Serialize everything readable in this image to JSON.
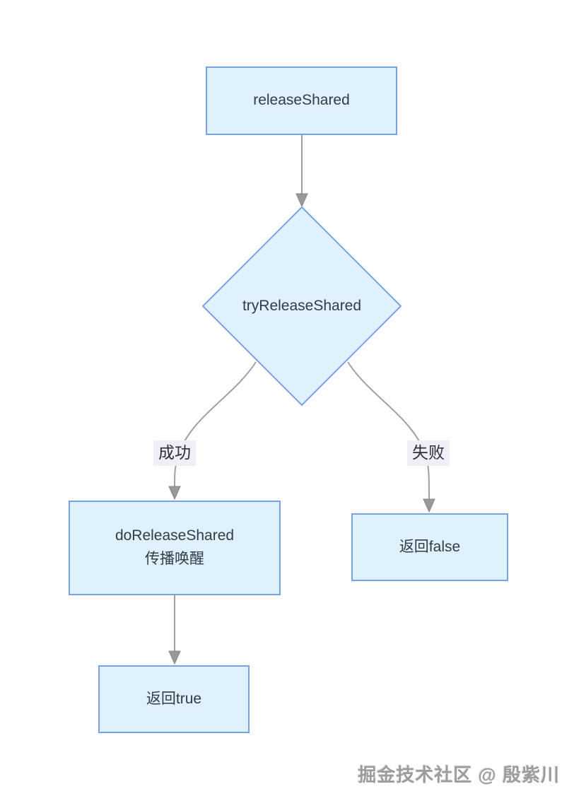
{
  "diagram": {
    "type": "flowchart",
    "background_color": "#ffffff",
    "colors": {
      "node_fill": "#def1fc",
      "node_border": "#76a2e4",
      "node_text": "#333b44",
      "edge_stroke": "#a0a0a0",
      "arrowhead": "#999999",
      "edge_label_background": "#f2eef8",
      "watermark_text_color": "#9c9c9c"
    },
    "nodes": {
      "release_shared": {
        "shape": "rectangle",
        "label": "releaseShared"
      },
      "try_release_shared": {
        "shape": "diamond",
        "label": "tryReleaseShared"
      },
      "do_release_shared": {
        "shape": "rectangle",
        "label_line1": "doReleaseShared",
        "label_line2": "传播唤醒"
      },
      "return_false": {
        "shape": "rectangle",
        "label": "返回false"
      },
      "return_true": {
        "shape": "rectangle",
        "label": "返回true"
      }
    },
    "edges": [
      {
        "from": "release_shared",
        "to": "try_release_shared",
        "label": ""
      },
      {
        "from": "try_release_shared",
        "to": "do_release_shared",
        "label": "成功"
      },
      {
        "from": "try_release_shared",
        "to": "return_false",
        "label": "失败"
      },
      {
        "from": "do_release_shared",
        "to": "return_true",
        "label": ""
      }
    ],
    "edge_labels": {
      "success": "成功",
      "failure": "失败"
    },
    "watermark": "掘金技术社区 @ 殷紫川"
  }
}
